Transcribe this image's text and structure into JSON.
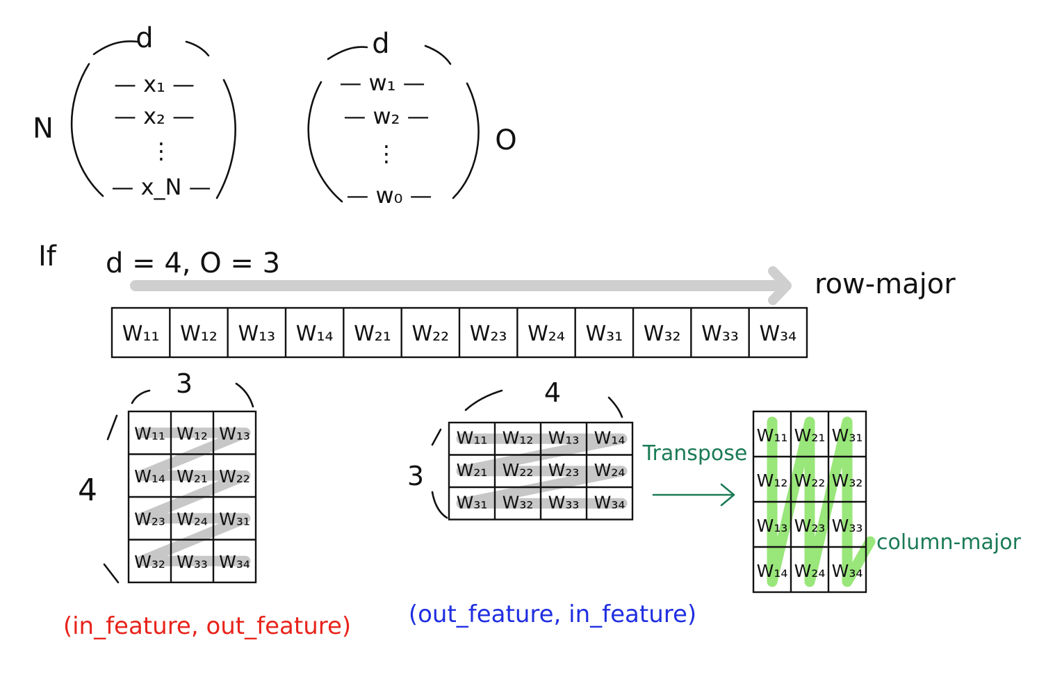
{
  "top": {
    "x_matrix": {
      "dim_top": "d",
      "dim_left": "N",
      "rows": [
        "— x₁ —",
        "— x₂ —",
        "⋮",
        "— x_N —"
      ]
    },
    "w_matrix": {
      "dim_top": "d",
      "dim_right": "O",
      "rows": [
        "— w₁ —",
        "— w₂ —",
        "⋮",
        "— w₀ —"
      ]
    }
  },
  "condition": {
    "if": "If",
    "values": "d = 4,  O = 3"
  },
  "row_major": {
    "label": "row-major",
    "cells": [
      "W₁₁",
      "W₁₂",
      "W₁₃",
      "W₁₄",
      "W₂₁",
      "W₂₂",
      "W₂₃",
      "W₂₄",
      "W₃₁",
      "W₃₂",
      "W₃₃",
      "W₃₄"
    ]
  },
  "in_out_matrix": {
    "cols_label": "3",
    "rows_label": "4",
    "cells": [
      [
        "W₁₁",
        "W₁₂",
        "W₁₃"
      ],
      [
        "W₁₄",
        "W₂₁",
        "W₂₂"
      ],
      [
        "W₂₃",
        "W₂₄",
        "W₃₁"
      ],
      [
        "W₃₂",
        "W₃₃",
        "W₃₄"
      ]
    ],
    "caption": "(in_feature, out_feature)",
    "caption_color": "#e8231a"
  },
  "out_in_matrix": {
    "cols_label": "4",
    "rows_label": "3",
    "cells": [
      [
        "W₁₁",
        "W₁₂",
        "W₁₃",
        "W₁₄"
      ],
      [
        "W₂₁",
        "W₂₂",
        "W₂₃",
        "W₂₄"
      ],
      [
        "W₃₁",
        "W₃₂",
        "W₃₃",
        "W₃₄"
      ]
    ],
    "caption": "(out_feature, in_feature)",
    "caption_color": "#1f2ee0"
  },
  "transpose": {
    "label": "Transpose",
    "color": "#1a7a55"
  },
  "column_major_matrix": {
    "cells": [
      [
        "W₁₁",
        "W₂₁",
        "W₃₁"
      ],
      [
        "W₁₂",
        "W₂₂",
        "W₃₂"
      ],
      [
        "W₁₃",
        "W₂₃",
        "W₃₃"
      ],
      [
        "W₁₄",
        "W₂₄",
        "W₃₄"
      ]
    ],
    "label": "column-major",
    "label_color": "#1a7a55",
    "highlight_color": "#8ee36b"
  }
}
